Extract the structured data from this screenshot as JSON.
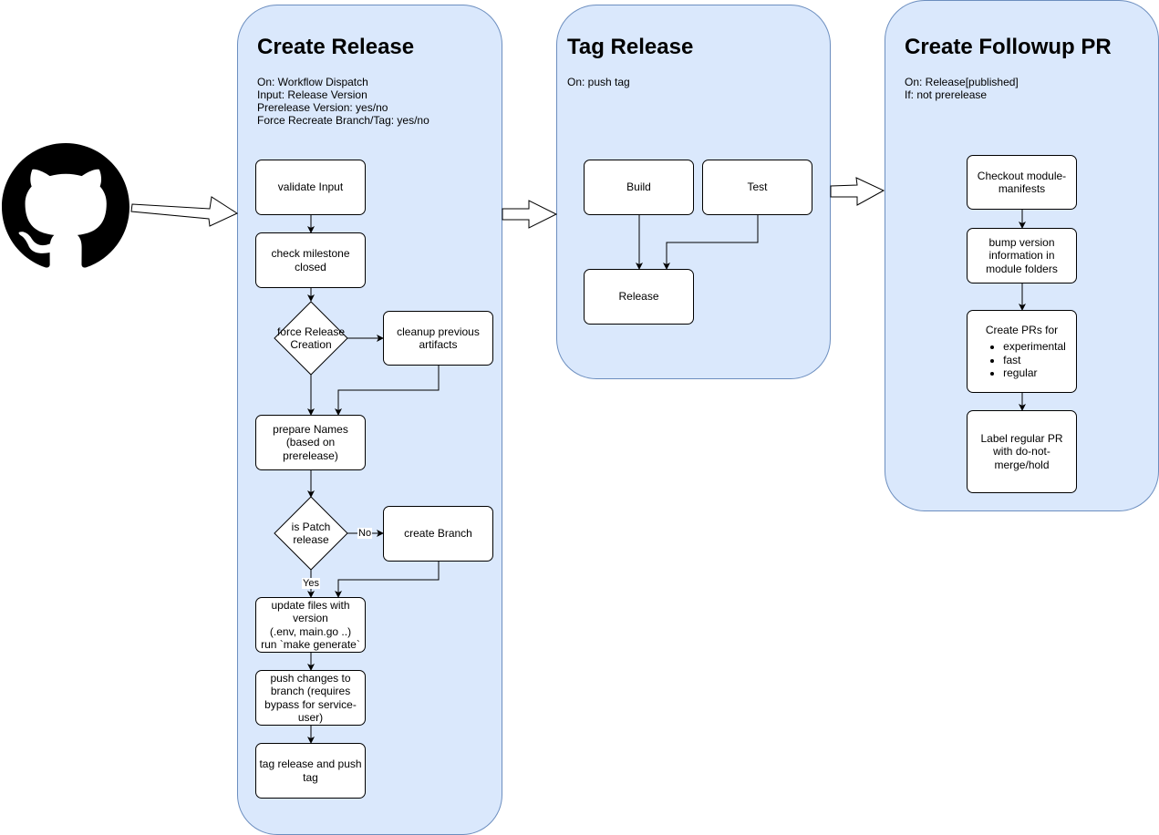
{
  "lanes": {
    "create_release": {
      "title": "Create Release",
      "info": [
        "On: Workflow Dispatch",
        "Input: Release Version",
        "Prerelease Version: yes/no",
        "Force Recreate Branch/Tag: yes/no"
      ]
    },
    "tag_release": {
      "title": "Tag Release",
      "info": [
        "On: push tag"
      ]
    },
    "followup": {
      "title": "Create Followup PR",
      "info": [
        "On: Release[published]",
        "If: not prerelease"
      ]
    }
  },
  "nodes": {
    "validate_input": "validate Input",
    "check_milestone": "check milestone closed",
    "force_release": "force Release Creation",
    "cleanup": "cleanup previous artifacts",
    "prepare_names": "prepare Names (based on prerelease)",
    "is_patch": "is Patch release",
    "create_branch": "create Branch",
    "update_files": [
      "update files with version",
      "(.env, main.go ..)",
      "run `make generate`"
    ],
    "push_changes": "push changes to branch (requires bypass for service-user)",
    "tag_push": "tag release and push tag",
    "build": "Build",
    "test": "Test",
    "release": "Release",
    "checkout": "Checkout module-manifests",
    "bump": "bump version information in module folders",
    "create_prs": {
      "head": "Create PRs for",
      "items": [
        "experimental",
        "fast",
        "regular"
      ]
    },
    "label_pr": "Label regular PR with do-not-merge/hold"
  },
  "edge_labels": {
    "no": "No",
    "yes": "Yes"
  },
  "icons": {
    "trigger": "github-icon"
  },
  "colors": {
    "lane_fill": "#dae8fc",
    "lane_stroke": "#6c8ebf",
    "node_fill": "#ffffff"
  }
}
